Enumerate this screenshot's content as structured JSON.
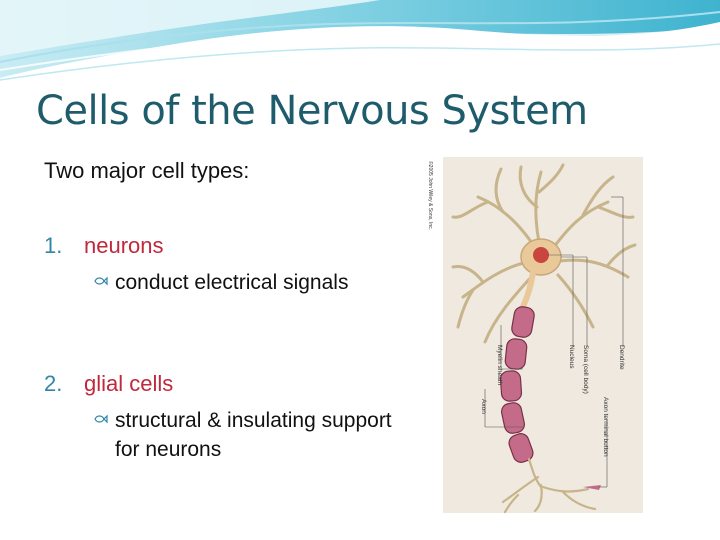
{
  "slide": {
    "title": "Cells of the Nervous System",
    "intro": "Two major cell types:",
    "items": [
      {
        "number": "1.",
        "label": "neurons",
        "detail": "conduct electrical signals"
      },
      {
        "number": "2.",
        "label": "glial cells",
        "detail": "structural & insulating support for neurons"
      }
    ]
  },
  "figure": {
    "copyright": "©2005 John Wiley & Sons, Inc.",
    "labels": {
      "dendrites": "Dendrite",
      "soma": "Soma (cell body)",
      "nucleus": "Nucleus",
      "myelin": "Myelin sheath",
      "axon": "Axon",
      "terminal": "Axon terminal button"
    }
  },
  "colors": {
    "title": "#1f5c6b",
    "number": "#2f86a6",
    "label": "#c0283b",
    "wave": "#5ec3d9",
    "figure_bg": "#efe9df"
  }
}
